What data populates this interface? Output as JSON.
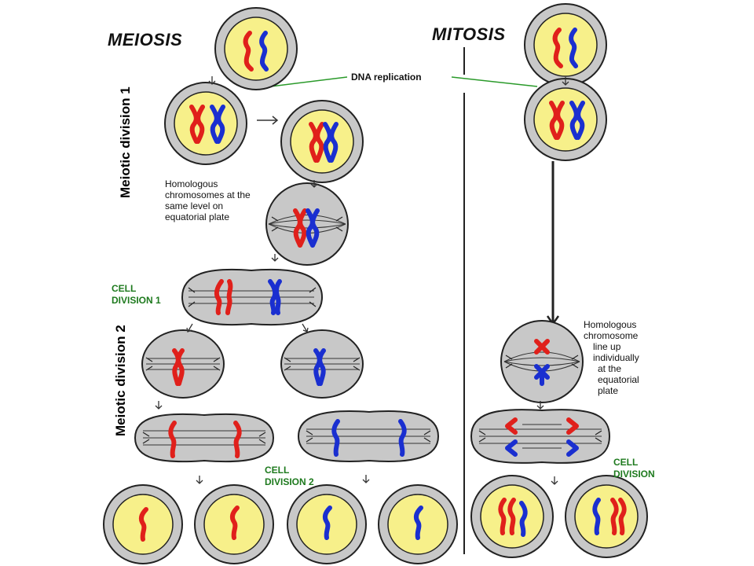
{
  "titles": {
    "meiosis": "MEIOSIS",
    "mitosis": "MITOSIS"
  },
  "labels": {
    "dna_replication": "DNA replication",
    "meiotic_division_1": "Meiotic division 1",
    "meiotic_division_2": "Meiotic division 2",
    "homologous_same_level": [
      "Homologous",
      "chromosomes at the",
      "same level on",
      "equatorial plate"
    ],
    "cell_division_1": [
      "CELL",
      "DIVISION 1"
    ],
    "cell_division_2": [
      "CELL",
      "DIVISION 2"
    ],
    "homologous_individually": [
      "Homologous",
      "chromosome",
      "line up",
      "individually",
      "at the",
      "equatorial",
      "plate"
    ],
    "cell_division": [
      "CELL",
      "DIVISION"
    ]
  },
  "colors": {
    "maternal_chromosome": "#e0201b",
    "paternal_chromosome": "#1a2fd0",
    "nucleus_fill": "#f7f08a",
    "cell_fill": "#c8c8c8",
    "cell_outline": "#222222",
    "label_green": "#1e7a1e",
    "connector_green": "#2a9a2a"
  },
  "icons": {
    "arrow": "down-arrow-icon"
  }
}
